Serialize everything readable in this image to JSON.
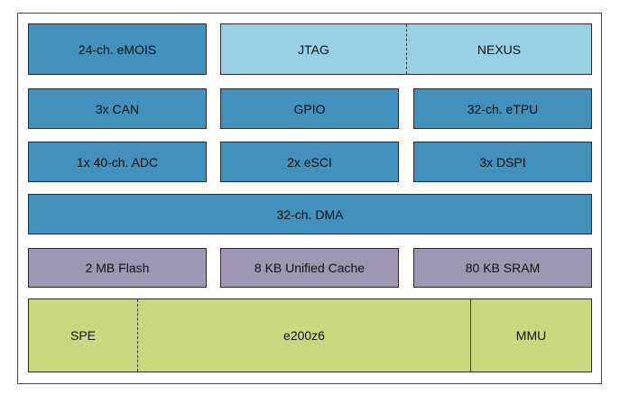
{
  "diagram": {
    "row1": {
      "emios": "24-ch. eMOIS",
      "jtag": "JTAG",
      "nexus": "NEXUS"
    },
    "row2": {
      "can": "3x CAN",
      "gpio": "GPIO",
      "etpu": "32-ch. eTPU"
    },
    "row3": {
      "adc": "1x 40-ch. ADC",
      "esci": "2x eSCI",
      "dspi": "3x DSPI"
    },
    "row4": {
      "dma": "32-ch. DMA"
    },
    "row5": {
      "flash": "2 MB Flash",
      "cache": "8 KB Unified Cache",
      "sram": "80 KB SRAM"
    },
    "row6": {
      "spe": "SPE",
      "core": "e200z6",
      "mmu": "MMU"
    },
    "colors": {
      "peripheral": "#4291bd",
      "debug": "#99d0e3",
      "memory": "#a195b4",
      "core": "#ced57f"
    }
  }
}
